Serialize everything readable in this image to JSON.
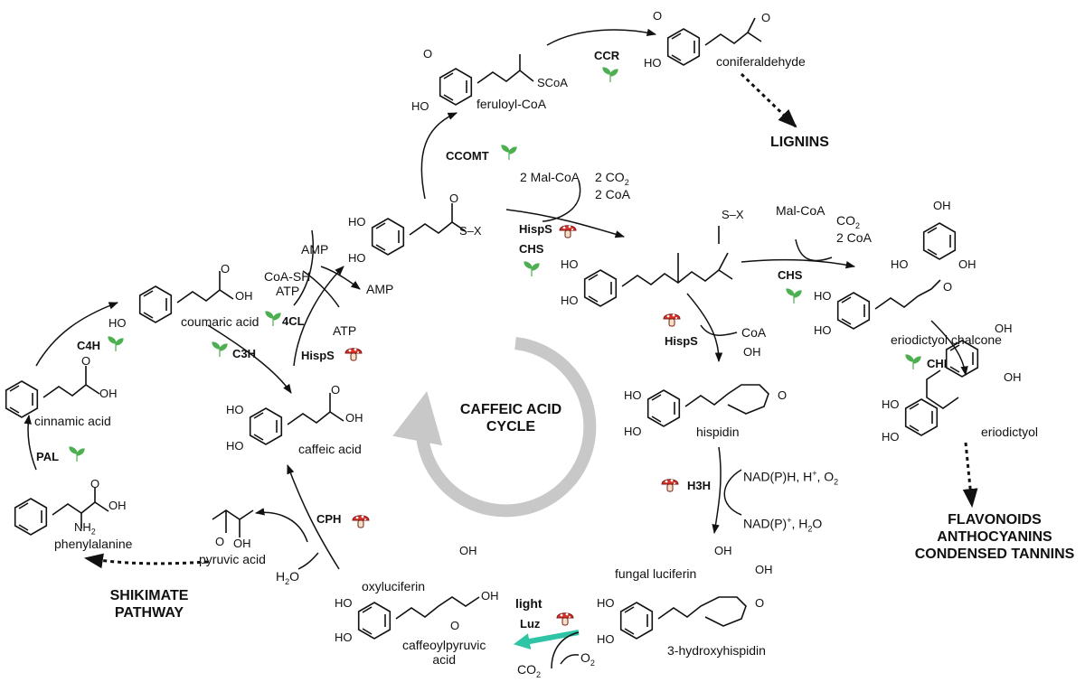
{
  "center": {
    "line1": "CAFFEIC ACID",
    "line2": "CYCLE"
  },
  "outputs": {
    "lignins": "LIGNINS",
    "flavonoids": [
      "FLAVONOIDS",
      "ANTHOCYANINS",
      "CONDENSED TANNINS"
    ],
    "shikimate": [
      "SHIKIMATE",
      "PATHWAY"
    ]
  },
  "compounds": {
    "feruloyl_coa": "feruloyl-CoA",
    "coniferaldehyde": "coniferaldehyde",
    "coumaric_acid": "coumaric acid",
    "cinnamic_acid": "cinnamic acid",
    "phenylalanine": "phenylalanine",
    "caffeic_acid": "caffeic acid",
    "pyruvic_acid": "pyruvic acid",
    "eriodictyol_chalcone": "eriodictyol chalcone",
    "eriodictyol": "eriodictyol",
    "hispidin": "hispidin",
    "fungal_luciferin": "fungal luciferin",
    "hydroxyhispidin": "3-hydroxyhispidin",
    "oxyluciferin": "oxyluciferin",
    "caffeoylpyruvic": [
      "caffeoylpyruvic",
      "acid"
    ]
  },
  "enzymes": {
    "ccr": "CCR",
    "ccomt": "CCOMT",
    "hisps": "HispS",
    "chs": "CHS",
    "chi": "CHI",
    "h3h": "H3H",
    "cph": "CPH",
    "luz": "Luz",
    "pal": "PAL",
    "c4h": "C4H",
    "c3h": "C3H",
    "fourcl": "4CL"
  },
  "cofactors": {
    "mal_coa_2": "2 Mal-CoA",
    "co2_2": "2 CO",
    "coa_2": "2 CoA",
    "mal_coa": "Mal-CoA",
    "co2": "CO",
    "coa_2b": "2 CoA",
    "coa": "CoA",
    "amp1": "AMP",
    "amp2": "AMP",
    "coa_sh": "CoA-SH",
    "atp1": "ATP",
    "atp2": "ATP",
    "nadph": "NAD(P)H, H",
    "o2": "O",
    "nadp": "NAD(P)",
    "h2o": "H",
    "h2o_b": "H",
    "light": "light",
    "o2b": "O",
    "co2b": "CO"
  },
  "atoms": {
    "ho": "HO",
    "oh": "OH",
    "o": "O",
    "sx": "S–X",
    "scoa": "SCoA",
    "nh2": "NH",
    "sub2": "2",
    "plus": "+",
    "o_methoxy": "O",
    "o_r": "O"
  },
  "colors": {
    "plant_icon": "#4caf50",
    "mushroom_cap": "#d9322b",
    "luz_arrow": "#2fc4a5",
    "cycle": "#c8c8c8"
  },
  "icons": [
    "leaf-icon",
    "mushroom-icon"
  ]
}
